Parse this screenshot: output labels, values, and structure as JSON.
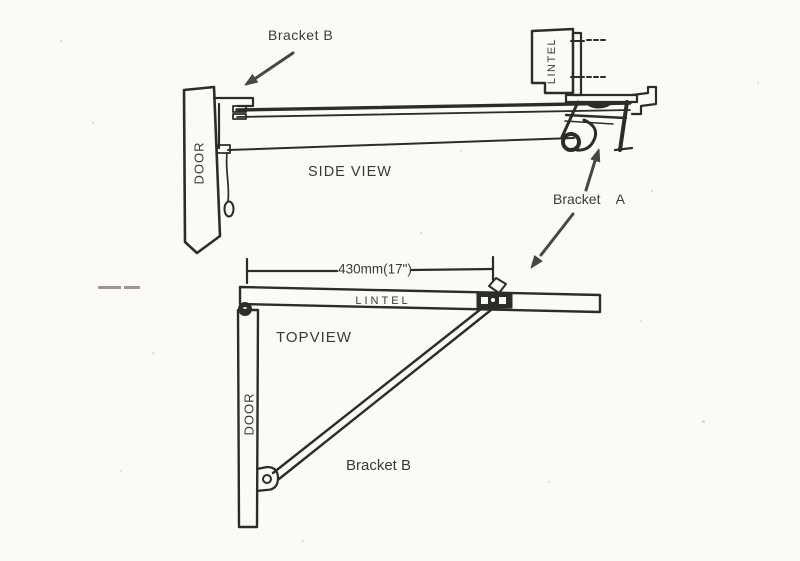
{
  "page": {
    "paper_color": "#fbfaf6",
    "ink_color": "#2e2c29",
    "label_color": "#3a3a3a"
  },
  "side_view": {
    "title": "SIDE VIEW",
    "door_label": "DOOR",
    "lintel_label": "LINTEL",
    "bracket_b_label": "Bracket B",
    "bracket_a_label": "Bracket A"
  },
  "top_view": {
    "title": "TOPVIEW",
    "door_label": "DOOR",
    "lintel_label": "LINTEL",
    "bracket_b_label": "Bracket B",
    "dimension_label": "430mm(17\")"
  }
}
